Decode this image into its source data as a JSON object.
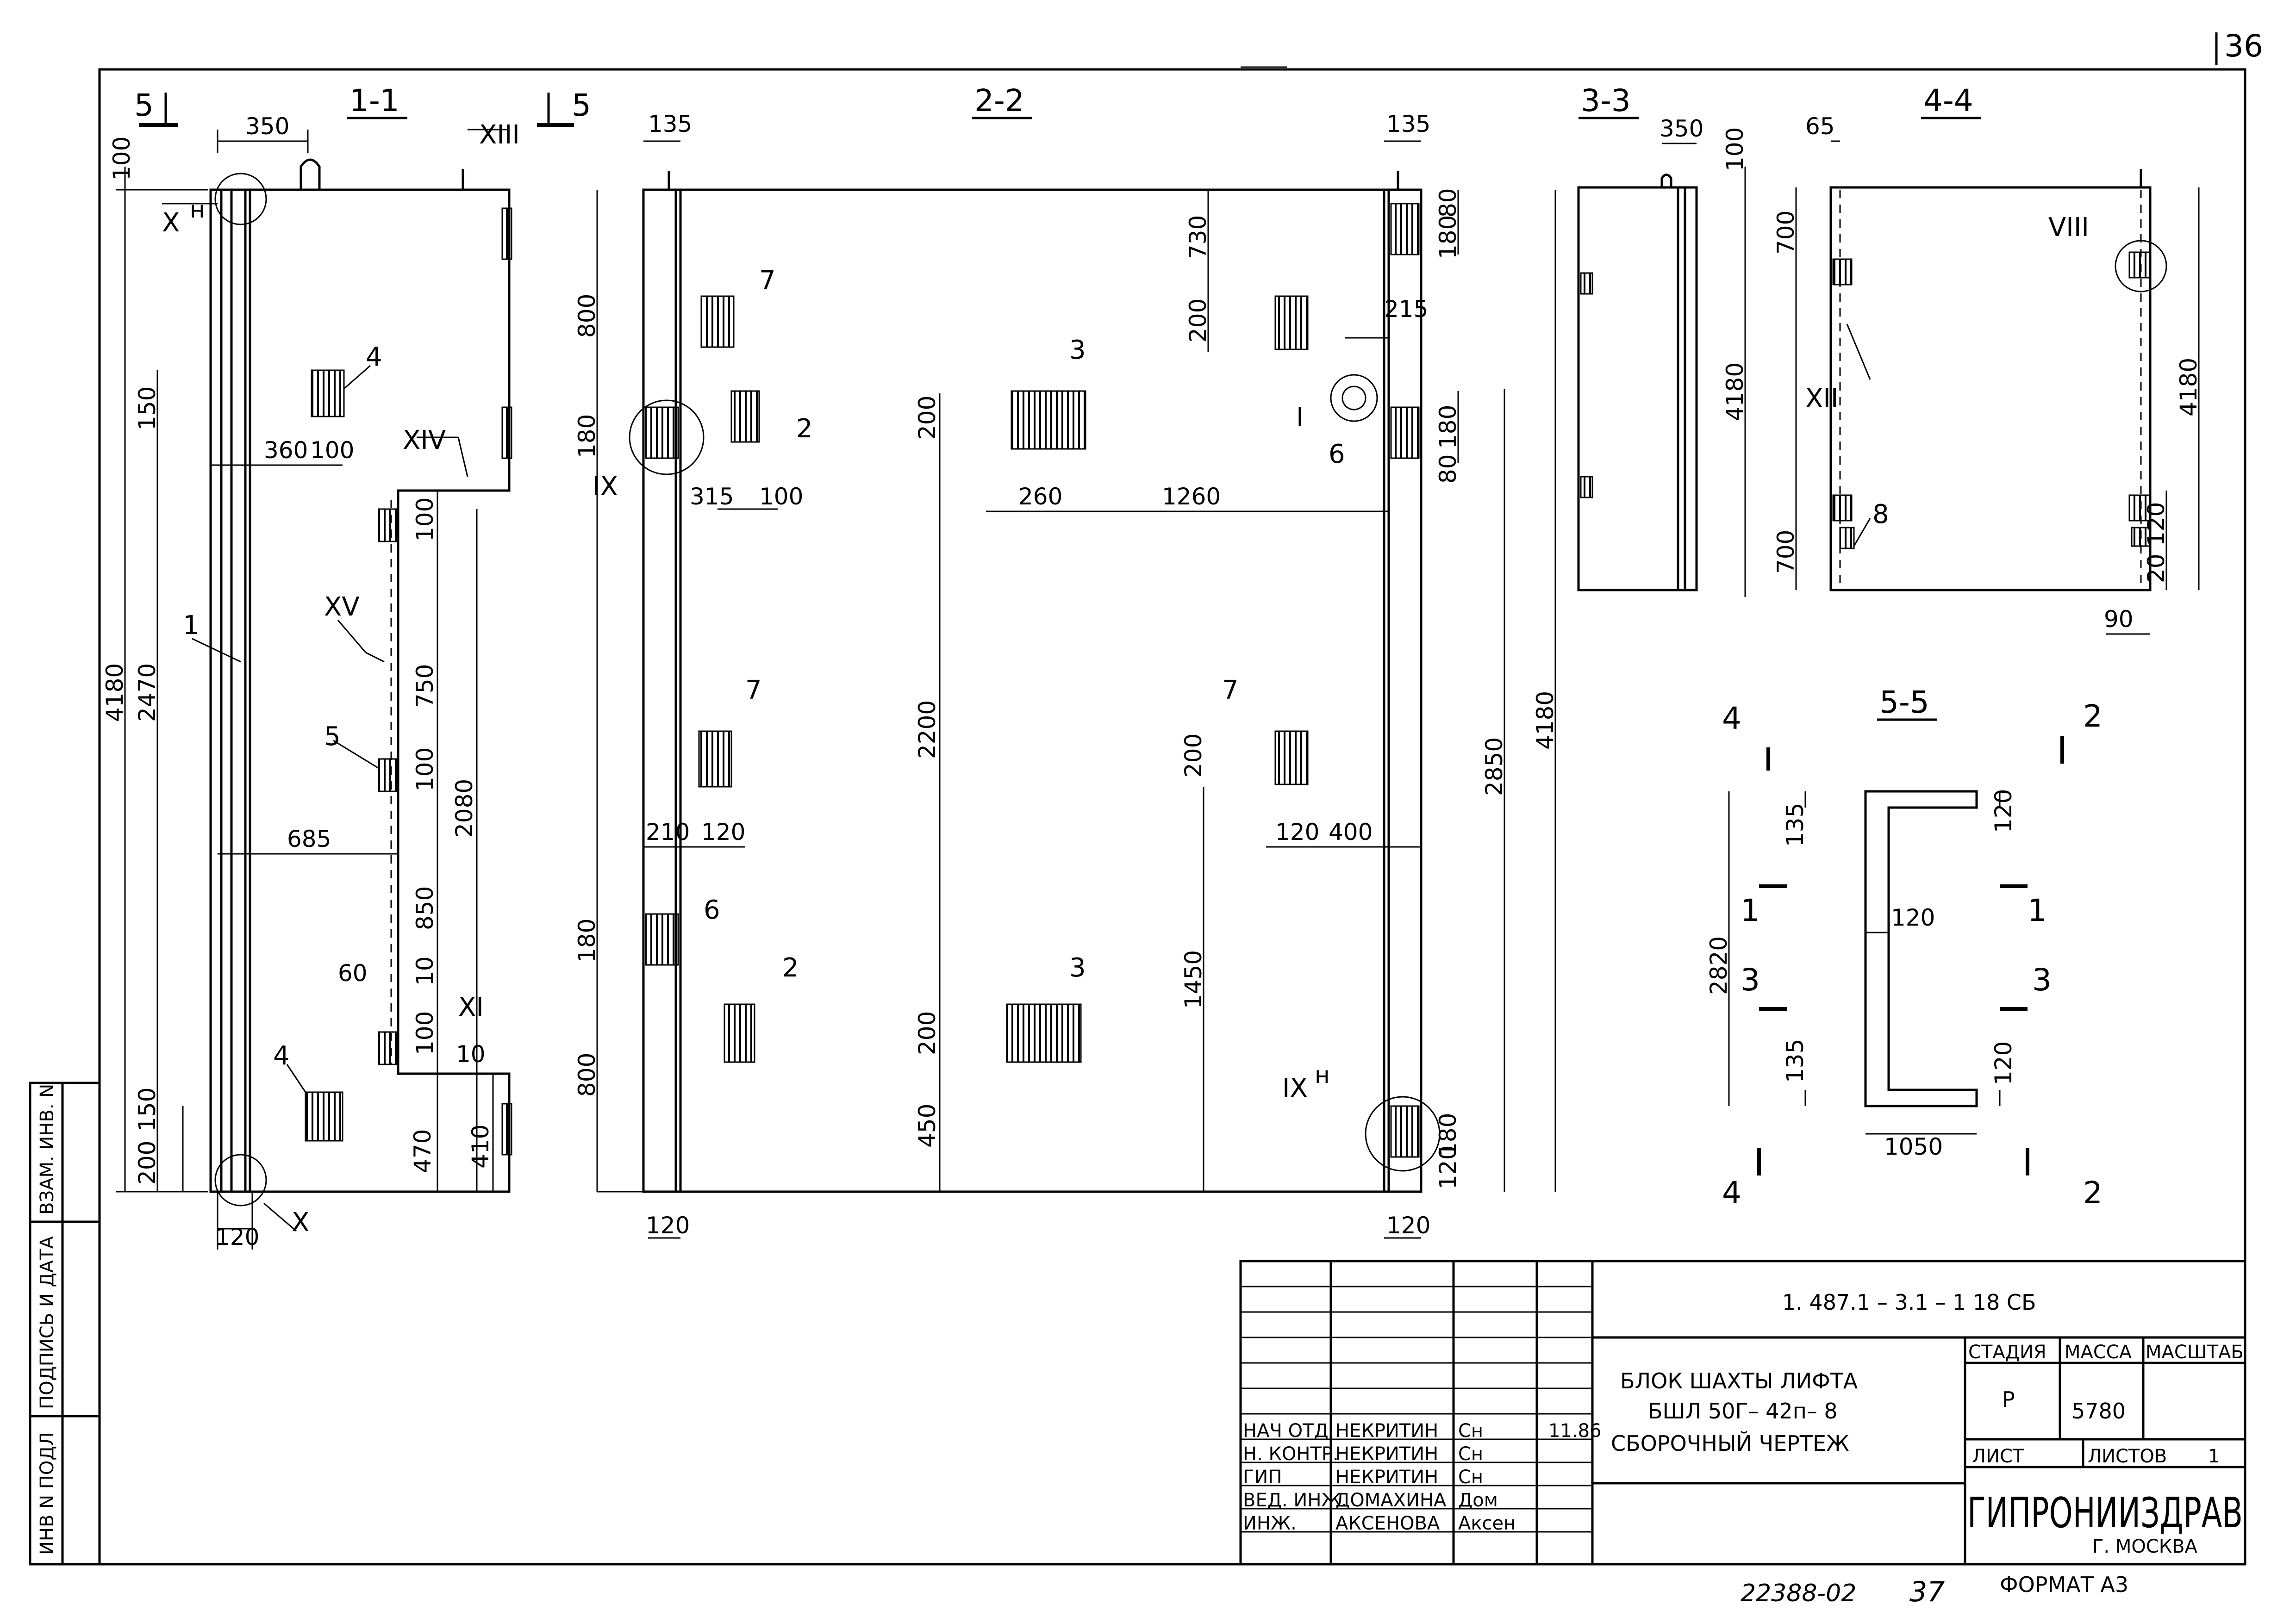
{
  "sheet_number": "36",
  "sections": {
    "s11": "1-1",
    "s22": "2-2",
    "s33": "3-3",
    "s44": "4-4",
    "s55": "5-5"
  },
  "section_marks": {
    "m5": "5",
    "m4": "4",
    "m2": "2",
    "m1": "1",
    "m3": "3"
  },
  "callouts": [
    "1",
    "2",
    "3",
    "4",
    "5",
    "6",
    "7",
    "8"
  ],
  "nodes": {
    "xh": "X",
    "h_sup": "н",
    "x": "X",
    "xi": "XI",
    "xii": "XII",
    "xiii": "XIII",
    "xiv": "XIV",
    "xv": "XV",
    "ix": "IX",
    "ixh": "IX",
    "i": "I",
    "viii": "VIII"
  },
  "dims": {
    "d350": "350",
    "d100": "100",
    "d150": "150",
    "d4180": "4180",
    "d2470": "2470",
    "d200": "200",
    "d360": "360",
    "d685": "685",
    "d60": "60",
    "d10": "10",
    "d120": "120",
    "d750": "750",
    "d2080": "2080",
    "d850": "850",
    "d470": "470",
    "d410": "410",
    "d135": "135",
    "d800": "800",
    "d180": "180",
    "d315": "315",
    "d2200": "2200",
    "d210": "210",
    "d450": "450",
    "d730": "730",
    "d80": "80",
    "d215": "215",
    "d260": "260",
    "d1260": "1260",
    "d1450": "1450",
    "d400": "400",
    "d2850": "2850",
    "d65": "65",
    "d700": "700",
    "d90": "90",
    "d2820": "2820",
    "d1050": "1050",
    "d20": "20"
  },
  "side_stamp": {
    "inv_podl": "ИНВ N ПОДЛ",
    "podpis": "ПОДПИСЬ И ДАТА",
    "vzam": "ВЗАМ. ИНВ. N"
  },
  "title_block": {
    "code": "1. 487.1 – 3.1 – 1   18 СБ",
    "title_line1": "БЛОК  ШАХТЫ  ЛИФТА",
    "title_line2": "БШЛ 50Г– 42п– 8",
    "title_line3": "СБОРОЧНЫЙ  ЧЕРТЕЖ",
    "stage_h": "СТАДИЯ",
    "mass_h": "МАССА",
    "scale_h": "МАСШТАБ",
    "stage": "Р",
    "mass": "5780",
    "sheet_h": "ЛИСТ",
    "sheets_h": "ЛИСТОВ",
    "sheets": "1",
    "org": "ГИПРОНИИЗДРАВ",
    "city": "Г. МОСКВА",
    "date": "11.86",
    "rows": [
      {
        "role": "НАЧ ОТД",
        "name": "НЕКРИТИН",
        "sign": "Сн"
      },
      {
        "role": "Н. КОНТР.",
        "name": "НЕКРИТИН",
        "sign": "Сн"
      },
      {
        "role": "ГИП",
        "name": "НЕКРИТИН",
        "sign": "Сн"
      },
      {
        "role": "ВЕД. ИНЖ.",
        "name": "ДОМАХИНА",
        "sign": "Дом"
      },
      {
        "role": "ИНЖ.",
        "name": "АКСЕНОВА",
        "sign": "Аксен"
      }
    ]
  },
  "footer": {
    "inv": "22388-02",
    "page": "37",
    "format": "ФОРМАТ А3"
  }
}
